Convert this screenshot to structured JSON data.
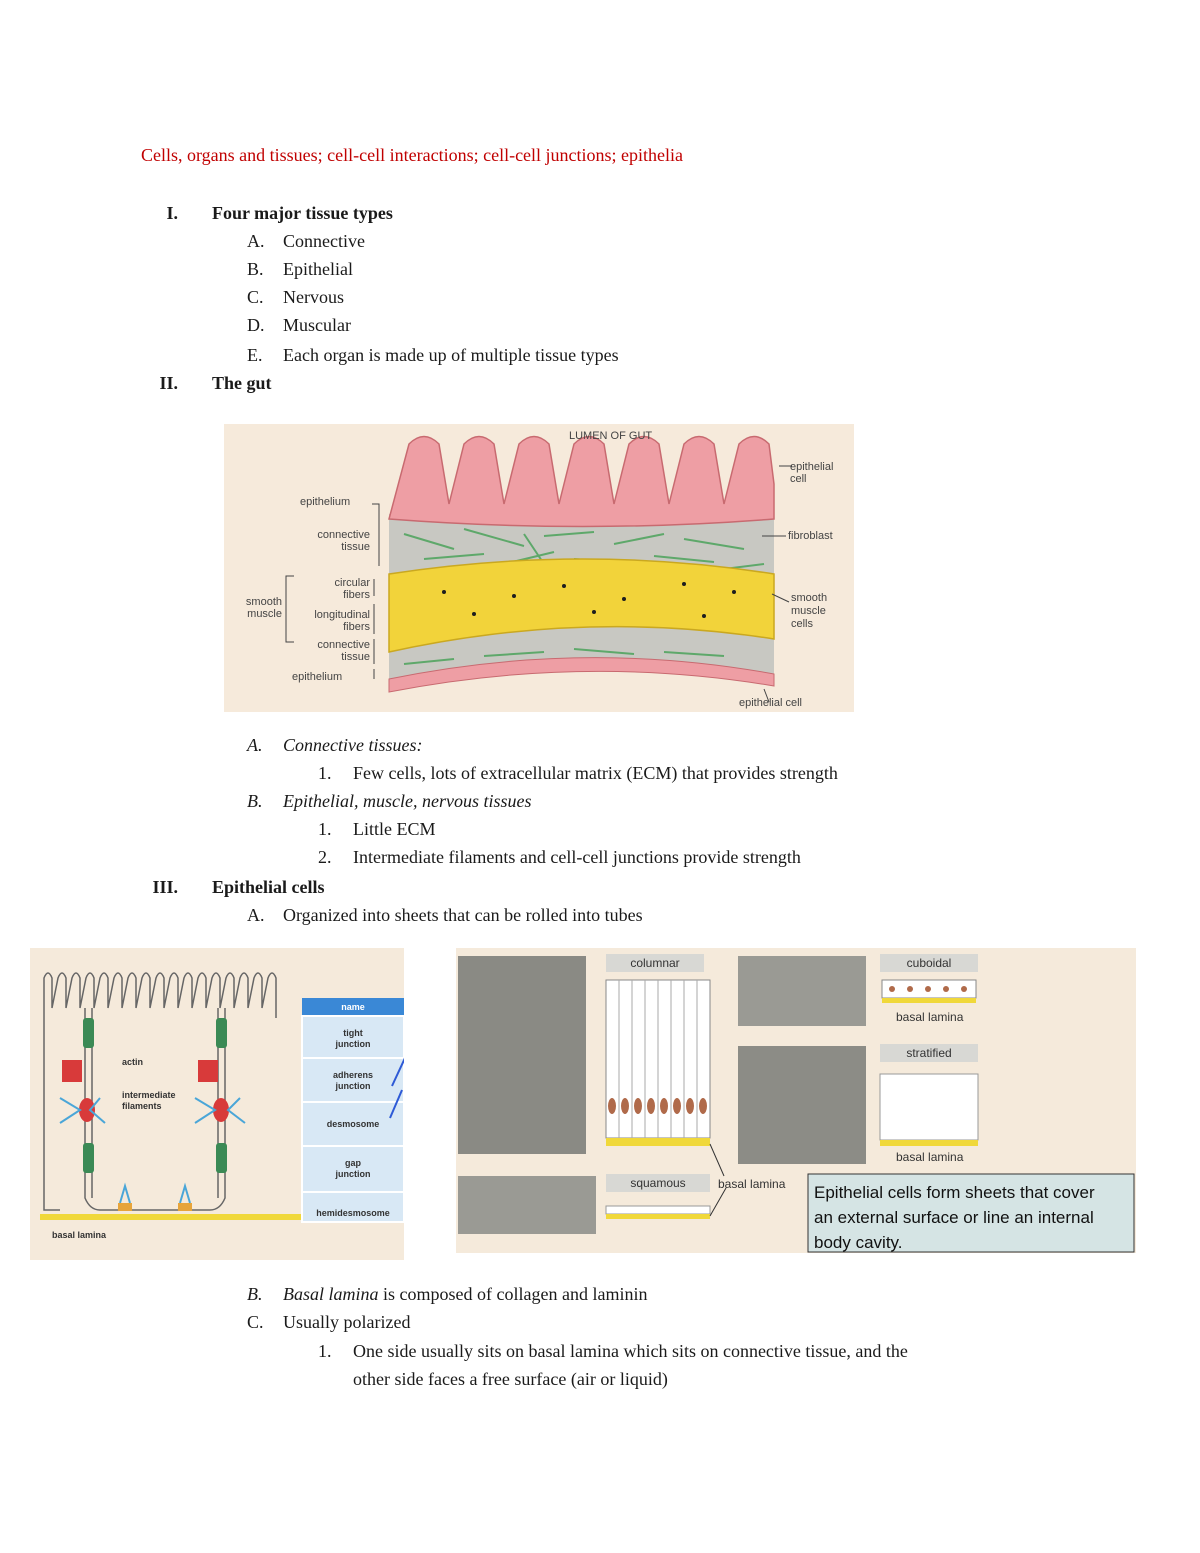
{
  "title": "Cells, organs and tissues; cell-cell interactions; cell-cell junctions; epithelia",
  "section1": {
    "numeral": "I.",
    "heading": "Four major tissue types",
    "items": [
      {
        "letter": "A.",
        "text": "Connective"
      },
      {
        "letter": "B.",
        "text": "Epithelial"
      },
      {
        "letter": "C.",
        "text": "Nervous"
      },
      {
        "letter": "D.",
        "text": "Muscular"
      },
      {
        "letter": "E.",
        "text": "Each organ is made up of multiple tissue types"
      }
    ]
  },
  "section2": {
    "numeral": "II.",
    "heading": "The gut",
    "figure": {
      "lumen": "LUMEN OF GUT",
      "left": {
        "epithelium_top": "epithelium",
        "connective_1": "connective",
        "connective_2": "tissue",
        "smooth_1": "smooth",
        "smooth_2": "muscle",
        "circular_1": "circular",
        "circular_2": "fibers",
        "longitudinal_1": "longitudinal",
        "longitudinal_2": "fibers",
        "connective_b1": "connective",
        "connective_b2": "tissue",
        "epithelium_bottom": "epithelium"
      },
      "right": {
        "epi_1": "epithelial",
        "epi_2": "cell",
        "fibroblast": "fibroblast",
        "sm_1": "smooth",
        "sm_2": "muscle",
        "sm_3": "cells",
        "epi_bottom": "epithelial cell"
      }
    },
    "itemA": {
      "letter": "A.",
      "text": "Connective tissues:"
    },
    "itemA_sub": [
      {
        "num": "1.",
        "text": "Few cells, lots of extracellular matrix (ECM) that provides strength"
      }
    ],
    "itemB": {
      "letter": "B.",
      "text": "Epithelial, muscle, nervous tissues"
    },
    "itemB_sub": [
      {
        "num": "1.",
        "text": "Little ECM"
      },
      {
        "num": "2.",
        "text": "Intermediate filaments and cell-cell junctions provide strength"
      }
    ]
  },
  "section3": {
    "numeral": "III.",
    "heading": "Epithelial cells",
    "itemA": {
      "letter": "A.",
      "text": "Organized into sheets that can be rolled into tubes"
    },
    "junction_fig": {
      "actin": "actin",
      "intermediate_1": "intermediate",
      "intermediate_2": "filaments",
      "basal": "basal lamina",
      "table_header": "name",
      "rows": [
        [
          "tight",
          "junction"
        ],
        [
          "adherens",
          "junction"
        ],
        [
          "desmosome",
          ""
        ],
        [
          "gap",
          "junction"
        ],
        [
          "hemidesmosome",
          ""
        ]
      ]
    },
    "epi_fig": {
      "columnar": "columnar",
      "cuboidal": "cuboidal",
      "stratified": "stratified",
      "squamous": "squamous",
      "basal_1": "basal lamina",
      "basal_2": "basal lamina",
      "basal_3": "basal lamina",
      "caption": [
        "Epithelial cells form sheets that cover",
        "an external surface or line an internal",
        "body cavity."
      ]
    },
    "itemB": {
      "letter": "B.",
      "italic": "Basal lamina",
      "text": " is composed of collagen and laminin"
    },
    "itemC": {
      "letter": "C.",
      "text": "Usually polarized"
    },
    "itemC_sub": [
      {
        "num": "1.",
        "line1": "One side usually sits on basal lamina which sits on connective tissue, and the",
        "line2": "other side faces a free surface (air or liquid)"
      }
    ]
  }
}
